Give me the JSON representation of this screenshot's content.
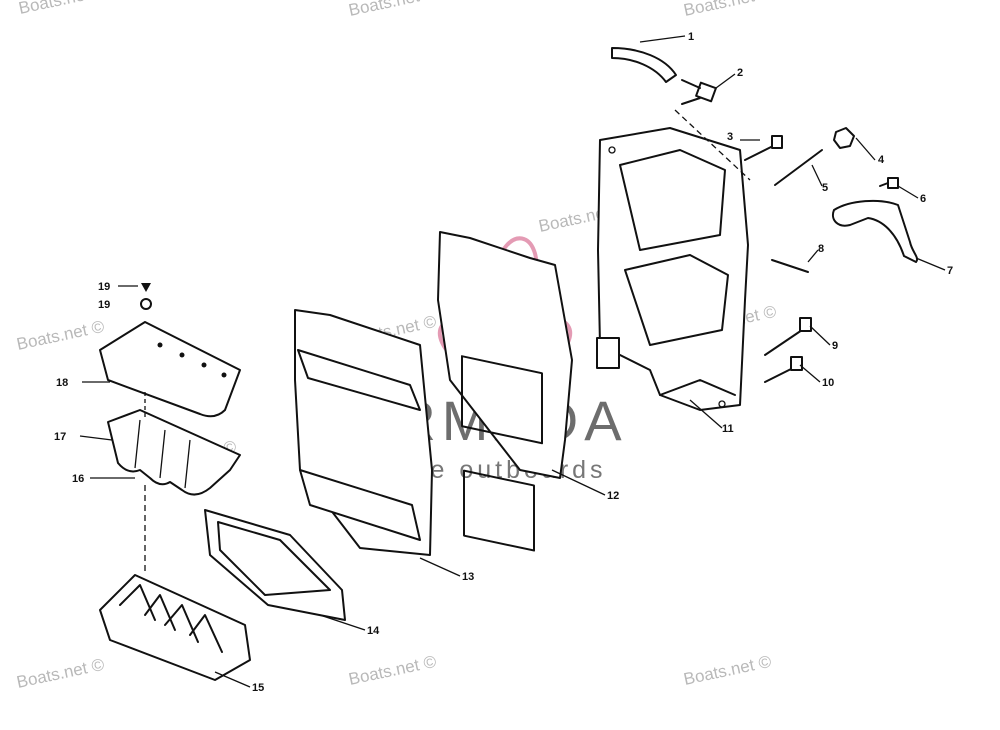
{
  "watermarks": [
    "Boats.net ©",
    "Boats.net ©",
    "Boats.net ©",
    "Boats.net ©",
    "Boats.net ©",
    "Boats.net ©",
    "Boats.net ©",
    "Boats.net ©",
    "Boats.net ©",
    "Boats.net ©",
    "Boats.net ©"
  ],
  "brand": {
    "name": "ARMADA",
    "tagline": "marine outboards"
  },
  "callouts": [
    "1",
    "2",
    "3",
    "4",
    "5",
    "6",
    "7",
    "8",
    "9",
    "10",
    "11",
    "12",
    "13",
    "14",
    "15",
    "16",
    "17",
    "18",
    "19",
    "19"
  ]
}
